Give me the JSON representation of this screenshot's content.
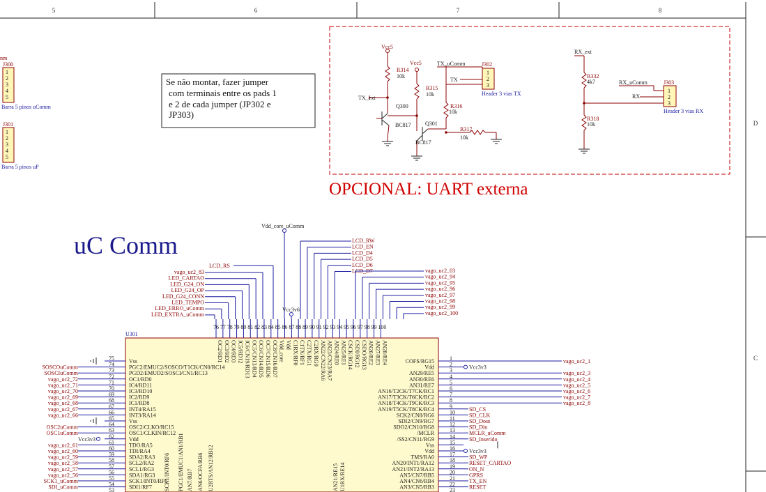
{
  "ruler": {
    "columns": [
      "5",
      "6",
      "7",
      "8"
    ],
    "rows": [
      "D",
      "C"
    ]
  },
  "note": {
    "lines": [
      "Se não montar, fazer jumper",
      "com terminais entre os pads 1",
      "e 2 de cada jumper (JP302 e",
      "JP303)"
    ]
  },
  "connectors": {
    "j300": {
      "ref": "J300",
      "label": "Barra 5 pinos uComm",
      "pins": [
        "1",
        "2",
        "3",
        "4",
        "5"
      ],
      "cut_text": "nm"
    },
    "j301": {
      "ref": "J301",
      "label": "Barra 5 pinos uP",
      "pins": [
        "1",
        "2",
        "3",
        "4",
        "5"
      ]
    }
  },
  "uart": {
    "title": "OPCIONAL: UART externa",
    "vcc_a": "Vcc5",
    "vcc_b": "Vcc5",
    "r314": "R314",
    "r314_val": "10k",
    "r315": "R315",
    "r315_val": "10k",
    "r316": "R316",
    "r316_val": "10k",
    "r317": "R317",
    "r317_val": "10k",
    "r332": "R332",
    "r332_val": "4k7",
    "r318": "R318",
    "r318_val": "10k",
    "q300": "Q300",
    "q300_type": "BC817",
    "q301": "Q301",
    "q301_type": "BC817",
    "tx_ext": "TX_ext",
    "tx_ucomm": "TX_uComm",
    "tx": "TX",
    "rx_ext": "RX_ext",
    "rx_ucomm": "RX_uComm",
    "rx": "RX",
    "j302": "J302",
    "j302_label": "Header 3 vias TX",
    "j303": "J303",
    "j303_label": "Header 3 vias RX",
    "header_pins": [
      "1",
      "2",
      "3"
    ]
  },
  "mcu": {
    "title": "uC Comm",
    "ref": "U301",
    "vdd_core": "Vdd_core_uComm",
    "vcc3v6": "Vcc3v6",
    "lcd_nets": [
      "LCD_RW",
      "LCD_EN",
      "LCD_D4",
      "LCD_D5",
      "LCD_D6",
      "LCD_D7"
    ],
    "lcd_rs": "LCD_RS",
    "top_left_nets": [
      "vago_uc2_83",
      "LED_CARTAO",
      "LED_G24_ON",
      "LED_G24_OP",
      "LED_G24_CONN",
      "LED_TEMPO",
      "LED_ERRO_uComm",
      "LED_EXTRA_uComm"
    ],
    "top_right_nets": [
      "vago_uc2_03",
      "vago_uc2_94",
      "vago_uc2_95",
      "vago_uc2_96",
      "vago_uc2_97",
      "vago_uc2_98",
      "vago_uc2_99",
      "vago_uc2_100"
    ],
    "top_pin_nums": [
      "76",
      "77",
      "78",
      "79",
      "80",
      "81",
      "82",
      "83",
      "84",
      "85",
      "86",
      "87",
      "88",
      "89",
      "90",
      "91",
      "92",
      "93",
      "94",
      "95",
      "96",
      "97",
      "98",
      "99",
      "100"
    ],
    "top_pin_names": [
      "OC2/RD1",
      "OC3/RD2",
      "OC4/RD3",
      "IC5/RD12",
      "IC6/CN19/RD13",
      "OC5/CN13/RD4",
      "OC6/CN14/RD5",
      "OC7/CN15/RD6",
      "OC8/CN16/RD7",
      "Vdd_core",
      "Vdd",
      "C1RX/RF0",
      "C1TX/RF1",
      "C2TX/RG1",
      "C2RX/RG0",
      "AN22/CN22/RA6",
      "AN23/CN23/RA7",
      "AN24/RE0",
      "AN25/RE1",
      "CSCK/RG14",
      "CSDI/RG12",
      "CSDO/RG13",
      "AN26/RE2",
      "AN27/RE3",
      "AN28/RE4"
    ],
    "left_pins": [
      {
        "num": "75",
        "name": "Vss",
        "net": ""
      },
      {
        "num": "74",
        "name": "PGC2/EMUC2/SOSCO/T1CK/CN0/RC14",
        "net": "SOSCOuComm"
      },
      {
        "num": "73",
        "name": "PGD2/EMUD2/SOSCI/CN1/RC13",
        "net": "SOSCIuComm"
      },
      {
        "num": "72",
        "name": "OC1/RD0",
        "net": "vago_uc2_72"
      },
      {
        "num": "71",
        "name": "IC4/RD11",
        "net": "vago_uc2_71"
      },
      {
        "num": "70",
        "name": "IC3/RD10",
        "net": "vago_uc2_70"
      },
      {
        "num": "69",
        "name": "IC2/RD9",
        "net": "vago_uc2_69"
      },
      {
        "num": "68",
        "name": "IC1/RD8",
        "net": "vago_uc2_68"
      },
      {
        "num": "67",
        "name": "INT4/RA15",
        "net": "vago_uc2_67"
      },
      {
        "num": "66",
        "name": "INT3/RA14",
        "net": "vago_uc2_66"
      },
      {
        "num": "65",
        "name": "Vss",
        "net": ""
      },
      {
        "num": "64",
        "name": "OSC2/CLKO/RC15",
        "net": "OSC2uComm"
      },
      {
        "num": "63",
        "name": "OSC1/CLKIN/RC12",
        "net": "OSC1uComm"
      },
      {
        "num": "62",
        "name": "Vdd",
        "net": "Vcc3v3"
      },
      {
        "num": "61",
        "name": "TDO/RA5",
        "net": "vago_uc2_61"
      },
      {
        "num": "60",
        "name": "TDI/RA4",
        "net": "vago_uc2_60"
      },
      {
        "num": "59",
        "name": "SDA2/RA3",
        "net": "vago_uc2_59"
      },
      {
        "num": "58",
        "name": "SCL2/RA2",
        "net": "vago_uc2_58"
      },
      {
        "num": "57",
        "name": "SCL1/RG3",
        "net": "vago_uc2_57"
      },
      {
        "num": "56",
        "name": "SDA1/RG3",
        "net": "vago_uc2_56"
      },
      {
        "num": "55",
        "name": "SCK1/INT0/RF6",
        "net": "SCK1_uComm"
      },
      {
        "num": "54",
        "name": "SDI1/RF7",
        "net": "SDI_uComm"
      },
      {
        "num": "53",
        "name": "",
        "net": ""
      }
    ],
    "right_pins": [
      {
        "num": "1",
        "name": "COFS/RG15",
        "net": "vago_uc2_1"
      },
      {
        "num": "2",
        "name": "Vdd",
        "net": "Vcc3v3"
      },
      {
        "num": "3",
        "name": "AN29/RE5",
        "net": "vago_uc2_3"
      },
      {
        "num": "4",
        "name": "AN30/RE6",
        "net": "vago_uc2_4"
      },
      {
        "num": "5",
        "name": "AN31/RE7",
        "net": "vago_uc2_5"
      },
      {
        "num": "6",
        "name": "AN16/T2CK/T7CK/RC1",
        "net": "vago_uc2_6"
      },
      {
        "num": "7",
        "name": "AN17/T3CK/T6CK/RC2",
        "net": "vago_uc2_7"
      },
      {
        "num": "8",
        "name": "AN18/T4CK/T9CK/RC3",
        "net": "vago_uc2_8"
      },
      {
        "num": "9",
        "name": "AN19/T5CK/T8CK/RC4",
        "net": "SD_CS"
      },
      {
        "num": "10",
        "name": "SCK2/CN8/RG6",
        "net": "SD_CLK"
      },
      {
        "num": "11",
        "name": "SDI2/CN9/RG7",
        "net": "SD_Dout"
      },
      {
        "num": "12",
        "name": "SDO2/CN10/RG8",
        "net": "SD_Din"
      },
      {
        "num": "13",
        "name": "/MCLR",
        "net": "MCLR_uComm"
      },
      {
        "num": "14",
        "name": "/SS2/CN11/RG9",
        "net": "SD_Inserido"
      },
      {
        "num": "15",
        "name": "Vss",
        "net": ""
      },
      {
        "num": "16",
        "name": "Vdd",
        "net": "Vcc3v3"
      },
      {
        "num": "17",
        "name": "TMS/RA0",
        "net": "SD_WP"
      },
      {
        "num": "18",
        "name": "AN20/INT1/RA12",
        "net": "RESET_CARTAO"
      },
      {
        "num": "19",
        "name": "AN21/INT2/RA13",
        "net": "ON_N"
      },
      {
        "num": "20",
        "name": "AN5/CN7/RB5",
        "net": "GPRS"
      },
      {
        "num": "21",
        "name": "AN4/CN6/RB4",
        "net": "TX_EN"
      },
      {
        "num": "22",
        "name": "AN3/CN5/RB3",
        "net": "RESET"
      },
      {
        "num": "23",
        "name": "",
        "net": ""
      }
    ],
    "bottom_pin_names": [
      "SCK1/INT0/RF6",
      "PGC1/EMUC1/AN1/RB1",
      "AN7/RB7",
      "AN6/OCFA/RB6",
      "U2RTS/AN12/RB12",
      "AN21/RE15",
      "U1RX/RE14"
    ]
  }
}
